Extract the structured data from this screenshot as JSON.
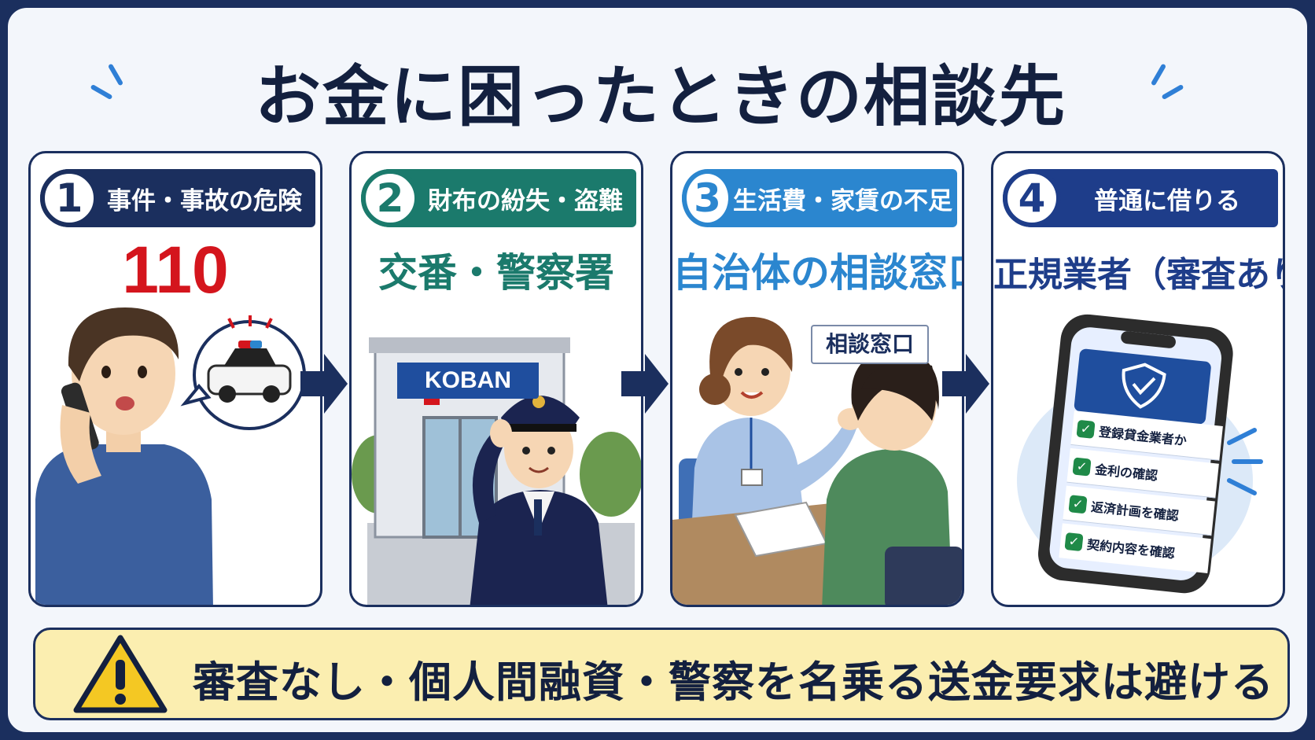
{
  "title": "お金に困ったときの相談先",
  "panels": [
    {
      "number": "1",
      "label": "事件・事故の危険",
      "main": "110",
      "color": "#1b2f5e"
    },
    {
      "number": "2",
      "label": "財布の紛失・盗難",
      "main": "交番・警察署",
      "sign": "KOBAN",
      "color": "#1b7a6c"
    },
    {
      "number": "3",
      "label": "生活費・家賃の不足",
      "main": "自治体の相談窓口",
      "sign": "相談窓口",
      "color": "#2b86cf"
    },
    {
      "number": "4",
      "label": "普通に借りる",
      "main": "正規業者（審査あり）",
      "color": "#1e3d8a",
      "checklist": [
        "登録貸金業者か",
        "金利の確認",
        "返済計画を確認",
        "契約内容を確認"
      ]
    }
  ],
  "warning": "審査なし・個人間融資・警察を名乗る送金要求は避ける",
  "colors": {
    "navy": "#1b2f5e",
    "red": "#d4151d",
    "teal": "#1b7a6c",
    "blue": "#2b86cf",
    "warn_bg": "#fbeeb0"
  }
}
